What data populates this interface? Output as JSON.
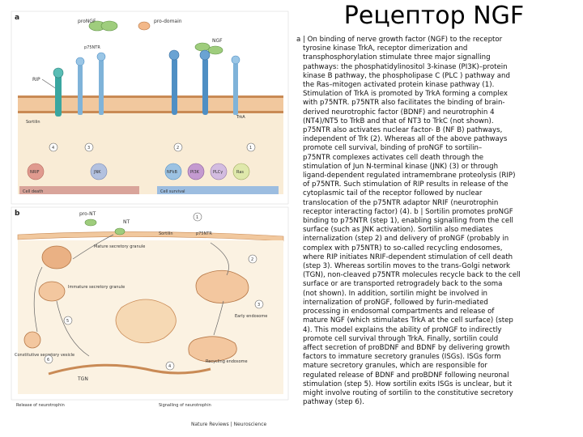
{
  "slide": {
    "title": "Рецептор NGF"
  },
  "figure": {
    "panel_a_letter": "a",
    "panel_b_letter": "b",
    "labels": {
      "prongf": "proNGF",
      "pro_domain": "pro-domain",
      "ngf": "NGF",
      "rip": "RIP",
      "sortilin_a": "Sortilin",
      "p75ntr_a": "p75NTR",
      "trka": "TrkA",
      "nrif_a": "NRIF",
      "jnk_a": "JNK",
      "nfkb": "NFkB",
      "pi3k": "PI3K",
      "plcg": "PLCγ",
      "ras": "Ras",
      "cell_death": "Cell death",
      "cell_survival": "Cell survival",
      "pront": "pro-NT",
      "nt": "NT",
      "sortilin_b": "Sortilin",
      "p75ntr_b": "p75NTR",
      "mature_granule": "Mature secretory granule",
      "immature_granule": "Immature secretory granule",
      "constitutive_vesicle": "Constitutive secretory vesicle",
      "early_endosome": "Early endosome",
      "recycling_endosome": "Recycling endosome",
      "tgn": "TGN",
      "release": "Release of neurotrophin",
      "signalling": "Signalling of neurotrophin",
      "journal": "Nature Reviews | Neuroscience"
    },
    "step_numbers": [
      "1",
      "2",
      "3",
      "4",
      "5",
      "6"
    ]
  },
  "caption": {
    "lines": [
      "a | On binding of nerve growth factor (NGF) to the receptor",
      "tyrosine kinase TrkA, receptor dimerization and",
      "transphosphorylation stimulate three major signalling",
      "pathways: the phosphatidylinositol 3-kinase (PI3K)–protein",
      "kinase B pathway, the phospholipase C (PLC ) pathway and",
      "the Ras–mitogen activated protein kinase pathway (1).",
      "Stimulation of TrkA is promoted by TrkA forming a complex",
      "with p75NTR. p75NTR also facilitates the binding of brain-",
      "derived neurotrophic factor (BDNF) and neurotrophin 4",
      "(NT4)/NT5 to TrkB and that of NT3 to TrkC (not shown).",
      "p75NTR also activates nuclear factor- B (NF B) pathways,",
      "independent of Trk (2). Whereas all of the above pathways",
      "promote cell survival, binding of proNGF to sortilin–",
      "p75NTR complexes activates cell death through the",
      "stimulation of Jun N-terminal kinase (JNK) (3) or through",
      "ligand-dependent regulated intramembrane proteolysis (RIP)",
      "of p75NTR. Such stimulation of RIP results in release of the",
      "cytoplasmic tail of the receptor followed by nuclear",
      "translocation of the p75NTR adaptor NRIF (neurotrophin",
      "receptor interacting factor) (4). b | Sortilin promotes proNGF",
      "binding to p75NTR (step 1), enabling signalling from the cell",
      "surface (such as JNK activation). Sortilin also mediates",
      "internalization (step 2) and delivery of proNGF (probably in",
      "complex with p75NTR) to so-called recycling endosomes,",
      "where RIP initiates NRIF-dependent stimulation of cell death",
      "(step 3). Whereas sortilin moves to the trans-Golgi network",
      "(TGN), non-cleaved p75NTR molecules recycle back to the cell",
      "surface or are transported retrogradely back to the soma",
      "(not shown). In addition, sortilin might be involved in",
      "internalization of proNGF, followed by furin-mediated",
      "processing in endosomal compartments and release of",
      "mature NGF (which stimulates TrkA at the cell surface) (step",
      "4). This model explains the ability of proNGF to indirectly",
      "promote cell survival through TrkA. Finally, sortilin could",
      "affect secretion of proBDNF and BDNF by delivering growth",
      "factors to immature secretory granules (ISGs). ISGs form",
      "mature secretory granules, which are responsible for",
      "regulated release of BDNF and proBDNF following neuronal",
      "stimulation (step 5). How sortilin exits ISGs is unclear, but it",
      "might involve routing of sortilin to the constitutive secretory",
      "pathway (step 6)."
    ]
  },
  "colors": {
    "membrane": "#e7b98a",
    "membrane_edge": "#c98a55",
    "cytoplasm": "#f7e6cc",
    "trka_blue": "#4f8fc4",
    "p75_blue": "#7fb3d9",
    "sortilin_teal": "#3aa6a0",
    "ligand_green": "#8cc06a",
    "nrif_node": "#d98478",
    "jnk_node": "#a9b7d8",
    "pi3k_node": "#b78cc2",
    "plc_node": "#c7b0d6",
    "ras_node": "#d8e3a2",
    "death_bar": "#c95b4a",
    "survival_bar": "#6e9fcf",
    "granule_orange": "#e3a873",
    "arrow_gray": "#555555"
  }
}
